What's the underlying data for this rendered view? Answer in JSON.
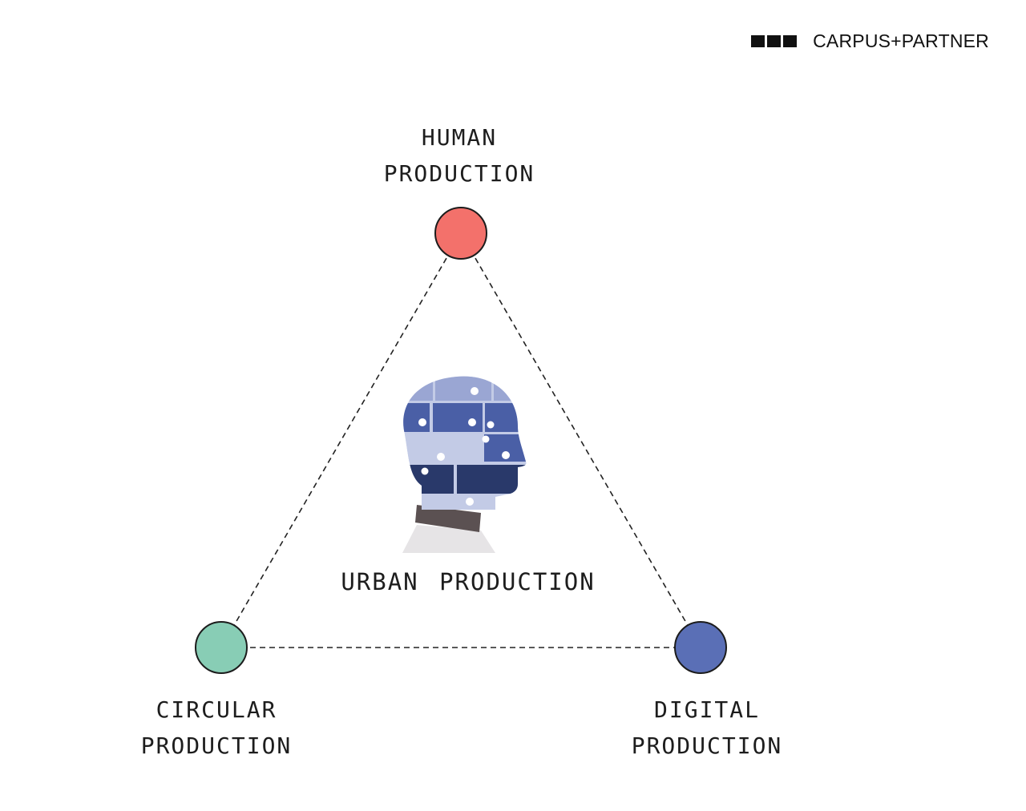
{
  "brand": {
    "name": "CARPUS+PARTNER",
    "mark_icon": "three-squares-logo"
  },
  "nodes": {
    "human": {
      "line1": "HUMAN",
      "line2": "PRODUCTION",
      "color": "#f3716b"
    },
    "circular": {
      "line1": "CIRCULAR",
      "line2": "PRODUCTION",
      "color": "#88cdb5"
    },
    "digital": {
      "line1": "DIGITAL",
      "line2": "PRODUCTION",
      "color": "#5a6fb6"
    }
  },
  "center": {
    "label": "URBAN PRODUCTION",
    "icon": "puzzle-head-icon"
  },
  "palette": {
    "puzzle_light": "#c3cbe6",
    "puzzle_mid": "#9aa6d3",
    "puzzle_blue": "#4a5fa6",
    "puzzle_dark": "#29396a",
    "collar": "#5b5152",
    "shirt": "#e6e4e6"
  }
}
